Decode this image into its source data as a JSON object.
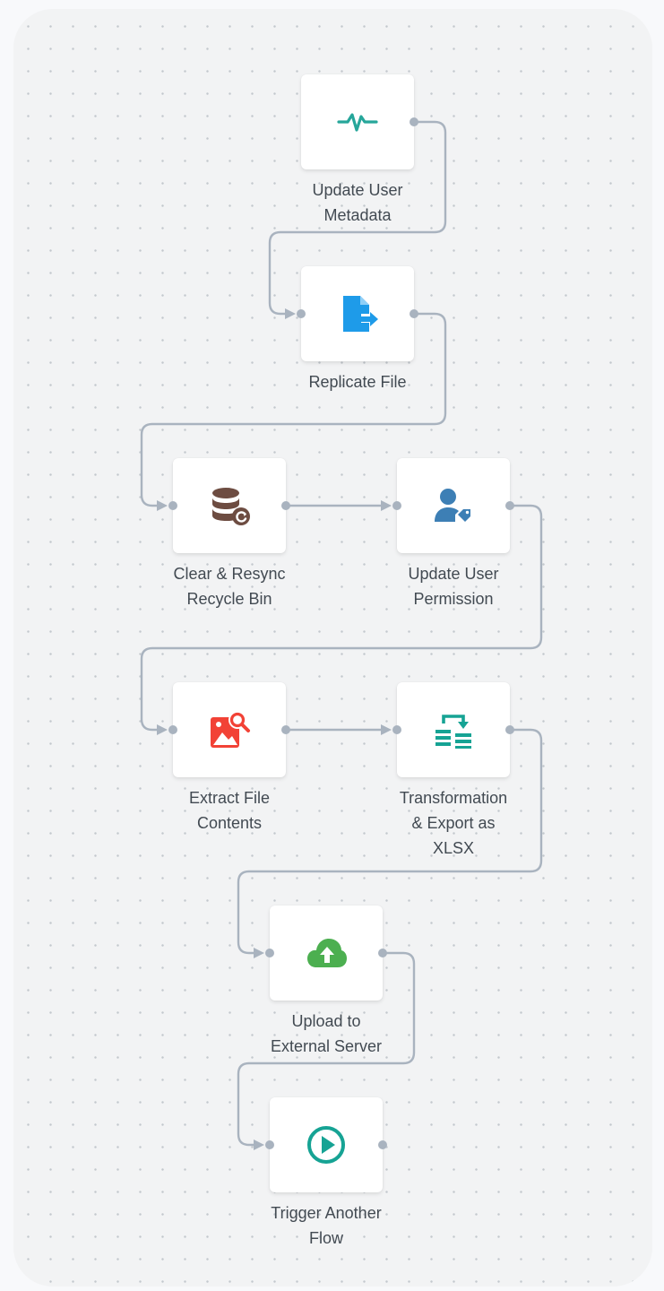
{
  "nodes": [
    {
      "id": "update-user-metadata",
      "label": "Update User Metadata",
      "icon": "activity-pulse-icon",
      "color": "#26a69a"
    },
    {
      "id": "replicate-file",
      "label": "Replicate File",
      "icon": "file-export-icon",
      "color": "#1e9be9"
    },
    {
      "id": "clear-resync-recycle-bin",
      "label": "Clear & Resync Recycle Bin",
      "icon": "database-sync-icon",
      "color": "#6d4c41"
    },
    {
      "id": "update-user-permission",
      "label": "Update User Permission",
      "icon": "user-tag-icon",
      "color": "#3d7fb5"
    },
    {
      "id": "extract-file-contents",
      "label": "Extract File Contents",
      "icon": "image-search-icon",
      "color": "#f24236"
    },
    {
      "id": "transformation-export-xlsx",
      "label": "Transformation & Export as XLSX",
      "icon": "table-transform-icon",
      "color": "#16a394"
    },
    {
      "id": "upload-external-server",
      "label": "Upload to External Server",
      "icon": "cloud-upload-icon",
      "color": "#4caf50"
    },
    {
      "id": "trigger-another-flow",
      "label": "Trigger Another Flow",
      "icon": "play-circle-icon",
      "color": "#16a394"
    }
  ],
  "edges": [
    {
      "from": "update-user-metadata",
      "to": "replicate-file"
    },
    {
      "from": "replicate-file",
      "to": "clear-resync-recycle-bin"
    },
    {
      "from": "clear-resync-recycle-bin",
      "to": "update-user-permission"
    },
    {
      "from": "update-user-permission",
      "to": "extract-file-contents"
    },
    {
      "from": "extract-file-contents",
      "to": "transformation-export-xlsx"
    },
    {
      "from": "transformation-export-xlsx",
      "to": "upload-external-server"
    },
    {
      "from": "upload-external-server",
      "to": "trigger-another-flow"
    }
  ],
  "colors": {
    "connector": "#a9b3bf",
    "port": "#a9b3bf",
    "label": "#424a52"
  }
}
